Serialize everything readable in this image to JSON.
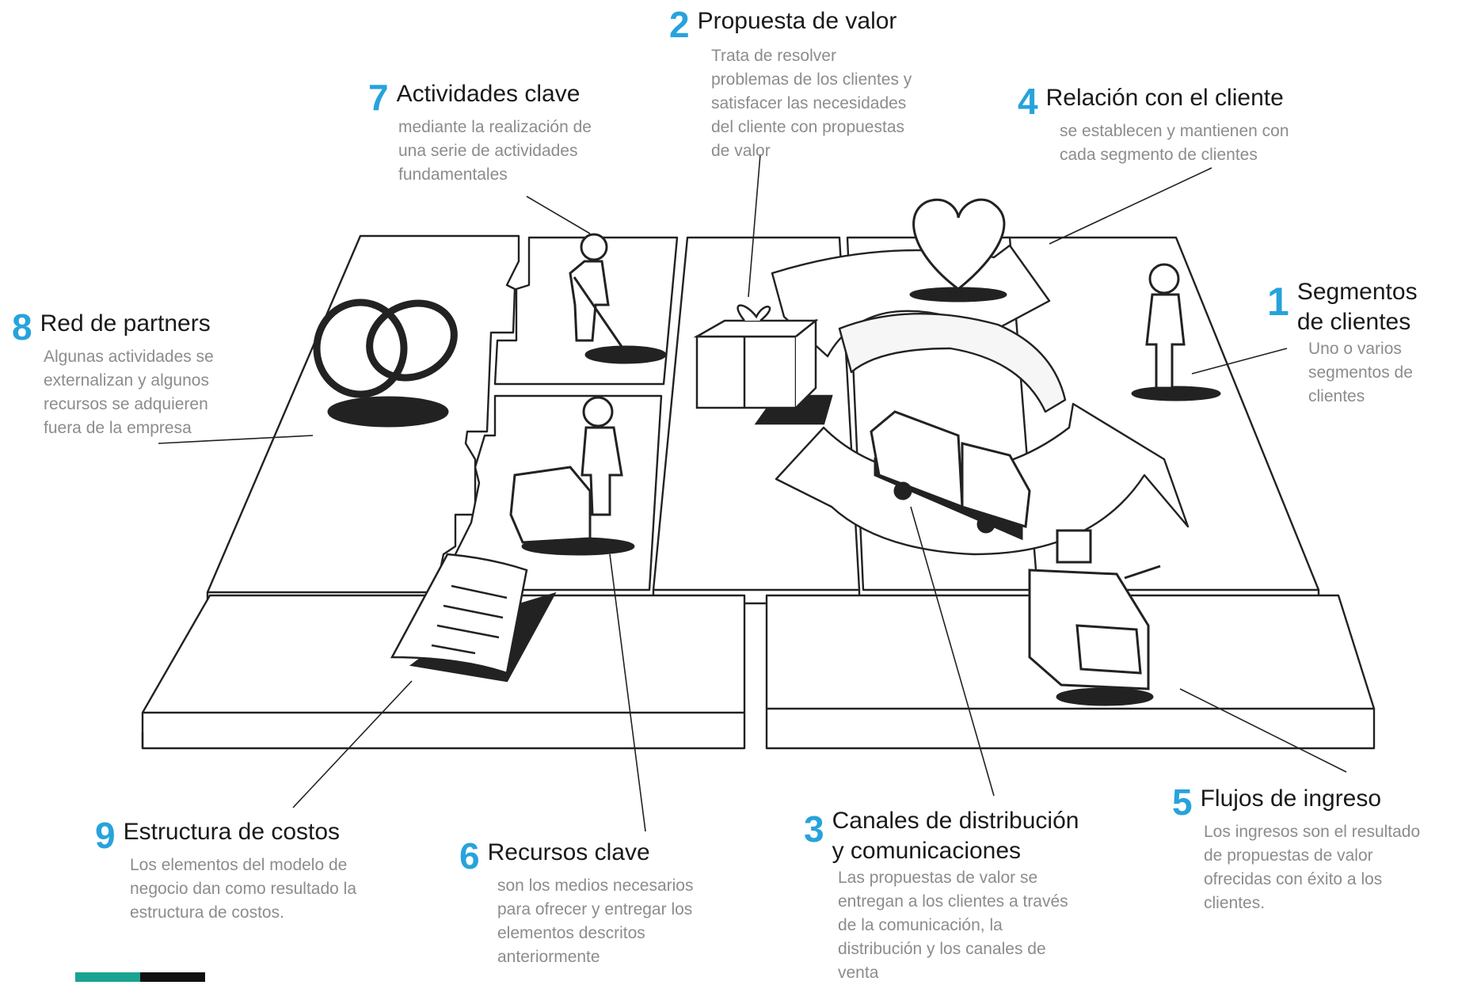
{
  "blocks": {
    "b1": {
      "num": "1",
      "title": "Segmentos\nde clientes",
      "desc": "Uno o varios\nsegmentos de\nclientes"
    },
    "b2": {
      "num": "2",
      "title": "Propuesta de valor",
      "desc": "Trata de resolver\nproblemas de los clientes y\nsatisfacer las necesidades\ndel cliente con propuestas\nde valor"
    },
    "b3": {
      "num": "3",
      "title": "Canales de distribución\ny comunicaciones",
      "desc": "Las propuestas de valor se\nentregan a los clientes a través\nde la comunicación, la\ndistribución y los canales de\nventa"
    },
    "b4": {
      "num": "4",
      "title": "Relación con el cliente",
      "desc": "se establecen y mantienen con\ncada segmento de clientes"
    },
    "b5": {
      "num": "5",
      "title": "Flujos de ingreso",
      "desc": "Los ingresos son el resultado\nde propuestas de valor\nofrecidas con éxito a los\nclientes."
    },
    "b6": {
      "num": "6",
      "title": "Recursos clave",
      "desc": "son los medios necesarios\npara ofrecer y entregar los\nelementos descritos\nanteriormente"
    },
    "b7": {
      "num": "7",
      "title": "Actividades clave",
      "desc": "mediante la realización de\nuna serie de actividades\nfundamentales"
    },
    "b8": {
      "num": "8",
      "title": "Red de partners",
      "desc": "Algunas actividades se\nexternalizan y algunos\nrecursos se adquieren\nfuera de la empresa"
    },
    "b9": {
      "num": "9",
      "title": "Estructura de  costos",
      "desc": "Los elementos del modelo de\nnegocio dan como resultado la\nestructura de costos."
    }
  },
  "colors": {
    "accent": "#27a3db",
    "teal": "#1aa391",
    "ink": "#1a1a1a",
    "muted": "#8c8c8c"
  },
  "icons": [
    "rings-icon",
    "heart-icon",
    "gift-icon",
    "truck-icon",
    "cash-register-icon",
    "contract-icon",
    "person-icon"
  ]
}
